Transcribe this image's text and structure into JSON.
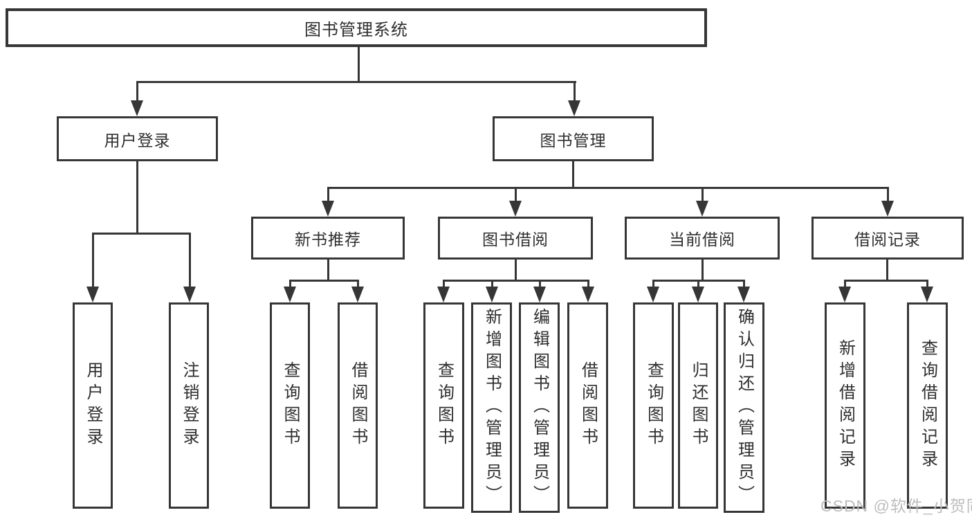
{
  "diagram_title": "图书管理系统",
  "nodes": {
    "root": "图书管理系统",
    "user_login": "用户登录",
    "book_mgmt": "图书管理",
    "new_rec": "新书推荐",
    "book_borrow": "图书借阅",
    "cur_borrow": "当前借阅",
    "borrow_rec": "借阅记录",
    "leaf_user_login": "用户登录",
    "leaf_logout": "注销登录",
    "rec_query": "查询图书",
    "rec_borrow": "借阅图书",
    "bb_query": "查询图书",
    "bb_add": "新增图书（管理员）",
    "bb_edit": "编辑图书（管理员）",
    "bb_borrow": "借阅图书",
    "cb_query": "查询图书",
    "cb_return": "归还图书",
    "cb_confirm": "确认归还（管理员）",
    "br_add": "新增借阅记录",
    "br_query": "查询借阅记录"
  },
  "watermark": "CSDN @软件_小贺同学",
  "colors": {
    "line": "#363636",
    "text": "#2e2e2e",
    "watermark": "#bdbdbd",
    "background": "#ffffff"
  }
}
